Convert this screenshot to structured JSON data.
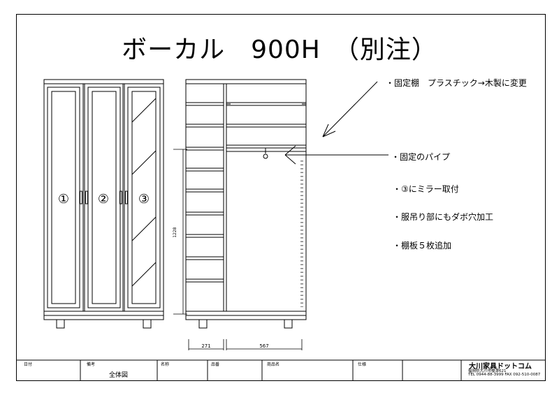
{
  "title": "ボーカル　900H　（別注）",
  "notes": [
    "・固定棚　プラスチック→木製に変更",
    "・固定のパイプ",
    "・③にミラー取付",
    "・服吊り部にもダボ穴加工",
    "・棚板５枚追加"
  ],
  "door_labels": [
    "①",
    "②",
    "③"
  ],
  "dimensions": {
    "height": "1228",
    "shelf_width": "271",
    "hanging_width": "567"
  },
  "title_block": {
    "labels": [
      "日付",
      "備考",
      "名称",
      "品番",
      "商品名",
      "仕様"
    ],
    "remarks_value": "全体図",
    "company_name": "大川家具ドットコム",
    "company_address": "福岡県大川市榎津621",
    "company_tel": "TEL 0944-88-3999 FAX 092-510-0087"
  }
}
